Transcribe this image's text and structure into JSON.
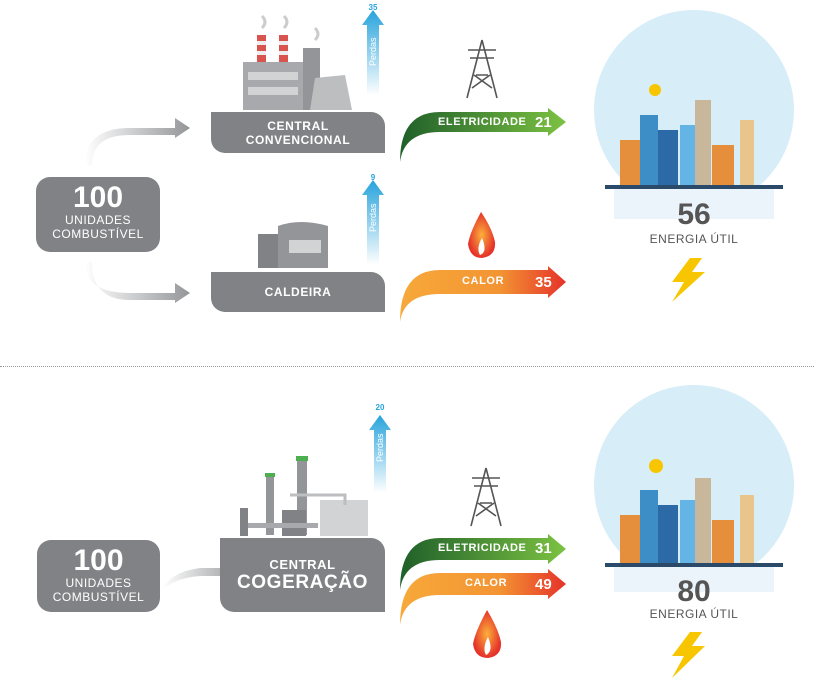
{
  "top": {
    "fuel": {
      "number": "100",
      "line1": "UNIDADES",
      "line2": "COMBUSTÍVEL"
    },
    "plant_conventional": {
      "line1": "CENTRAL",
      "line2": "CONVENCIONAL"
    },
    "losses_conventional": {
      "value": "35",
      "label": "Perdas"
    },
    "electricity": {
      "label": "ELETRICIDADE",
      "value": "21"
    },
    "boiler": {
      "label": "CALDEIRA"
    },
    "losses_boiler": {
      "value": "9",
      "label": "Perdas"
    },
    "heat": {
      "label": "CALOR",
      "value": "35"
    },
    "useful": {
      "value": "56",
      "label": "ENERGIA ÚTIL"
    }
  },
  "bottom": {
    "fuel": {
      "number": "100",
      "line1": "UNIDADES",
      "line2": "COMBUSTÍVEL"
    },
    "plant_cogeneration": {
      "line1": "CENTRAL",
      "line2": "COGERAÇÃO"
    },
    "losses": {
      "value": "20",
      "label": "Perdas"
    },
    "electricity": {
      "label": "ELETRICIDADE",
      "value": "31"
    },
    "heat": {
      "label": "CALOR",
      "value": "49"
    },
    "useful": {
      "value": "80",
      "label": "ENERGIA ÚTIL"
    }
  },
  "colors": {
    "gray": "#808285",
    "green": "#2e7d32",
    "orange": "#f5a033",
    "red": "#e53a2a",
    "blue": "#27a3dc",
    "sky": "#cfe7f3"
  }
}
